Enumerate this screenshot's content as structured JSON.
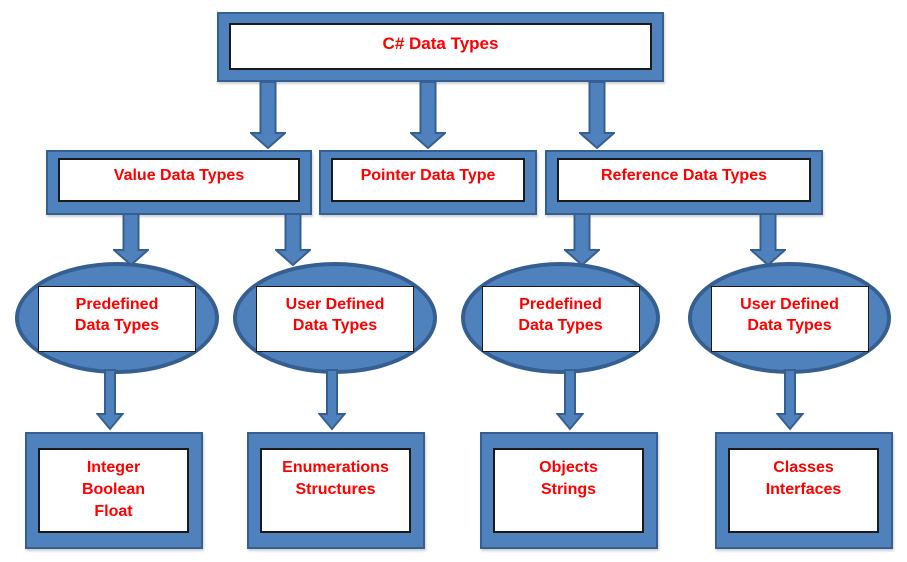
{
  "diagram": {
    "nodes": {
      "root": {
        "id": "c-data-types",
        "label": "C# Data Types",
        "shape": "rectangle"
      },
      "level2": [
        {
          "id": "value-data-types",
          "label": "Value Data Types",
          "shape": "rectangle"
        },
        {
          "id": "pointer-data-type",
          "label": "Pointer Data Type",
          "shape": "rectangle"
        },
        {
          "id": "reference-data-types",
          "label": "Reference Data Types",
          "shape": "rectangle"
        }
      ],
      "level3": [
        {
          "id": "value-predefined",
          "lines": [
            "Predefined",
            "Data Types"
          ],
          "shape": "ellipse"
        },
        {
          "id": "value-user-defined",
          "lines": [
            "User Defined",
            "Data Types"
          ],
          "shape": "ellipse"
        },
        {
          "id": "reference-predefined",
          "lines": [
            "Predefined",
            "Data Types"
          ],
          "shape": "ellipse"
        },
        {
          "id": "reference-user-defined",
          "lines": [
            "User Defined",
            "Data Types"
          ],
          "shape": "ellipse"
        }
      ],
      "level4": [
        {
          "id": "value-predefined-examples",
          "lines": [
            "Integer",
            "Boolean",
            "Float"
          ],
          "shape": "rectangle"
        },
        {
          "id": "value-user-defined-examples",
          "lines": [
            "Enumerations",
            "Structures"
          ],
          "shape": "rectangle"
        },
        {
          "id": "reference-predefined-examples",
          "lines": [
            "Objects",
            "Strings"
          ],
          "shape": "rectangle"
        },
        {
          "id": "reference-user-defined-examples",
          "lines": [
            "Classes",
            "Interfaces"
          ],
          "shape": "rectangle"
        }
      ]
    },
    "edges": [
      {
        "from": "c-data-types",
        "to": "value-data-types"
      },
      {
        "from": "c-data-types",
        "to": "pointer-data-type"
      },
      {
        "from": "c-data-types",
        "to": "reference-data-types"
      },
      {
        "from": "value-data-types",
        "to": "value-predefined"
      },
      {
        "from": "value-data-types",
        "to": "value-user-defined"
      },
      {
        "from": "reference-data-types",
        "to": "reference-predefined"
      },
      {
        "from": "reference-data-types",
        "to": "reference-user-defined"
      },
      {
        "from": "value-predefined",
        "to": "value-predefined-examples"
      },
      {
        "from": "value-user-defined",
        "to": "value-user-defined-examples"
      },
      {
        "from": "reference-predefined",
        "to": "reference-predefined-examples"
      },
      {
        "from": "reference-user-defined",
        "to": "reference-user-defined-examples"
      }
    ]
  },
  "colors": {
    "shape_fill": "#4f81bd",
    "shape_border": "#365f91",
    "label_text": "#ff0000",
    "inner_panel_bg": "#ffffff",
    "inner_panel_border": "#1a1a1a",
    "page_background": "#ffffff"
  }
}
